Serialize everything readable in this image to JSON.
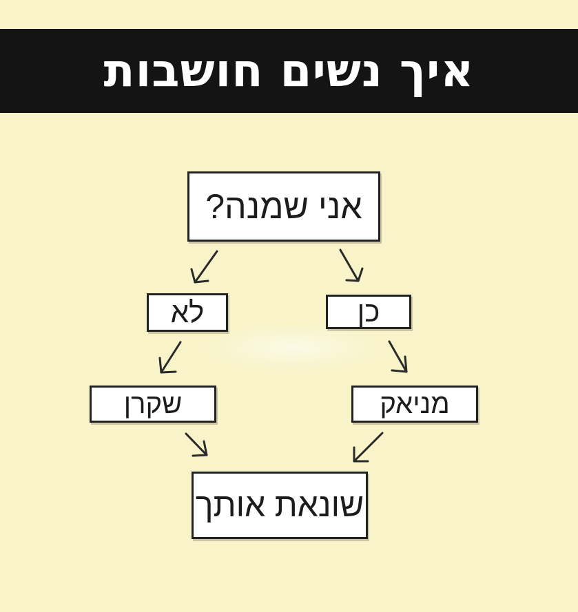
{
  "title": "איך נשים חושבות",
  "nodes": {
    "question": "אני שמנה?",
    "no": "לא",
    "yes": "כן",
    "liar": "שקרן",
    "maniac": "מניאק",
    "hate": "שונאת אותך"
  },
  "colors": {
    "background": "#f8f3c8",
    "banner": "#141414",
    "box": "#ffffff",
    "ink": "#222222"
  }
}
